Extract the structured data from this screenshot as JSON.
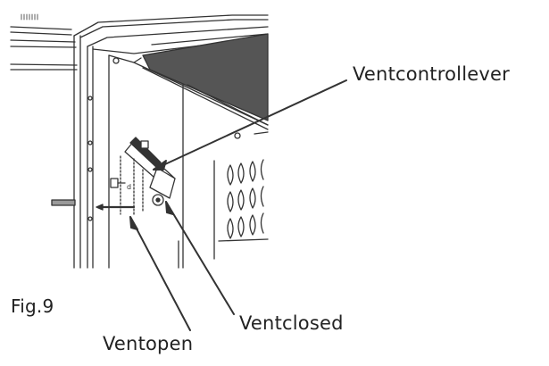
{
  "figure": {
    "fig_label": "Fig.9",
    "callouts": {
      "vent_control_lever": "Ventcontrollever",
      "vent_closed": "Ventclosed",
      "vent_open": "Ventopen"
    }
  },
  "colors": {
    "line": "#333333",
    "shade": "#555555",
    "text": "#222222"
  }
}
